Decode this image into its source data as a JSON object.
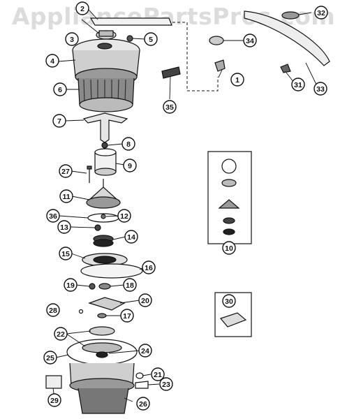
{
  "watermark": "AppliancePartsPros.com",
  "callouts": [
    {
      "id": "c1",
      "label": "1"
    },
    {
      "id": "c2",
      "label": "2"
    },
    {
      "id": "c3",
      "label": "3"
    },
    {
      "id": "c4",
      "label": "4"
    },
    {
      "id": "c5",
      "label": "5"
    },
    {
      "id": "c6",
      "label": "6"
    },
    {
      "id": "c7",
      "label": "7"
    },
    {
      "id": "c8",
      "label": "8"
    },
    {
      "id": "c9",
      "label": "9"
    },
    {
      "id": "c10",
      "label": "10"
    },
    {
      "id": "c11",
      "label": "11"
    },
    {
      "id": "c12",
      "label": "12"
    },
    {
      "id": "c13",
      "label": "13"
    },
    {
      "id": "c14",
      "label": "14"
    },
    {
      "id": "c15",
      "label": "15"
    },
    {
      "id": "c16",
      "label": "16"
    },
    {
      "id": "c17",
      "label": "17"
    },
    {
      "id": "c18",
      "label": "18"
    },
    {
      "id": "c19",
      "label": "19"
    },
    {
      "id": "c20",
      "label": "20"
    },
    {
      "id": "c21",
      "label": "21"
    },
    {
      "id": "c22",
      "label": "22"
    },
    {
      "id": "c23",
      "label": "23"
    },
    {
      "id": "c24",
      "label": "24"
    },
    {
      "id": "c25",
      "label": "25"
    },
    {
      "id": "c26",
      "label": "26"
    },
    {
      "id": "c27",
      "label": "27"
    },
    {
      "id": "c28",
      "label": "28"
    },
    {
      "id": "c29",
      "label": "29"
    },
    {
      "id": "c30",
      "label": "30"
    },
    {
      "id": "c31",
      "label": "31"
    },
    {
      "id": "c32",
      "label": "32"
    },
    {
      "id": "c33",
      "label": "33"
    },
    {
      "id": "c34",
      "label": "34"
    },
    {
      "id": "c35",
      "label": "35"
    },
    {
      "id": "c36",
      "label": "36"
    }
  ]
}
